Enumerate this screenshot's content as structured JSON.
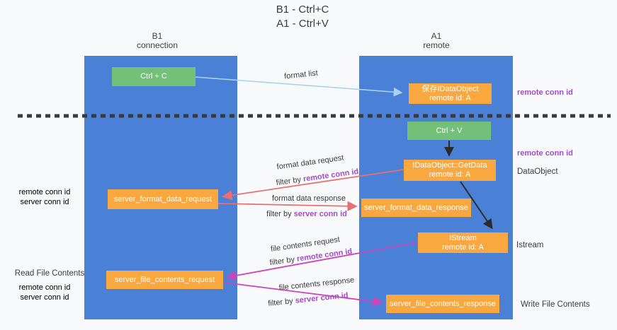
{
  "title": {
    "line1": "B1 - Ctrl+C",
    "line2": "A1 - Ctrl+V"
  },
  "lifelines": {
    "b1": {
      "name": "B1",
      "role": "connection"
    },
    "a1": {
      "name": "A1",
      "role": "remote"
    }
  },
  "boxes": {
    "ctrl_c": {
      "label": "Ctrl + C"
    },
    "ctrl_v": {
      "label": "Ctrl + V"
    },
    "save_dataobject": {
      "line1": "保存IDataObject",
      "line2": "remote id: A"
    },
    "getdata": {
      "line1": "IDataObject::GetData",
      "line2": "remote id: A"
    },
    "istream": {
      "line1": "IStream",
      "line2": "remote id: A"
    },
    "server_format_data_request": {
      "label": "server_format_data_request"
    },
    "server_format_data_response": {
      "label": "server_format_data_response"
    },
    "server_file_contents_request": {
      "label": "server_file_contents_request"
    },
    "server_file_contents_response": {
      "label": "server_file_contents_response"
    }
  },
  "arrows": {
    "format_list": {
      "label": "format list"
    },
    "format_data_request": {
      "label": "format data request",
      "filter_prefix": "filter by ",
      "filter_id": "remote conn id"
    },
    "format_data_response": {
      "label": "format data response",
      "filter_prefix": "filter by ",
      "filter_id": "server conn id"
    },
    "file_contents_request": {
      "label": "file contents request",
      "filter_prefix": "filter by ",
      "filter_id": "remote conn id"
    },
    "file_contents_response": {
      "label": "file contents response",
      "filter_prefix": "filter by ",
      "filter_id": "server conn id"
    }
  },
  "side_labels": {
    "right_remote_conn_id_1": "remote conn id",
    "right_remote_conn_id_2": "remote conn id",
    "right_dataobject": "DataObject",
    "right_istream": "Istream",
    "right_write_file": "Write File Contents",
    "left_remote_conn_id_1": "remote conn id",
    "left_server_conn_id_1": "server conn id",
    "left_read_file": "Read File Contents",
    "left_remote_conn_id_2": "remote conn id",
    "left_server_conn_id_2": "server conn id"
  },
  "colors": {
    "background": "#F8F9FA",
    "lifeline_blue": "#4A81D6",
    "box_green": "#74C078",
    "box_orange": "#F9A840",
    "arrow_light_blue": "#A9D4F1",
    "arrow_red": "#E8716F",
    "arrow_magenta": "#CB44BB",
    "arrow_black": "#2B2B2B",
    "divider_dashed": "#3A3A3A",
    "text_purple": "#A44BC8",
    "text_green": "#5FBE68",
    "text_dark": "#3D3D3D"
  }
}
